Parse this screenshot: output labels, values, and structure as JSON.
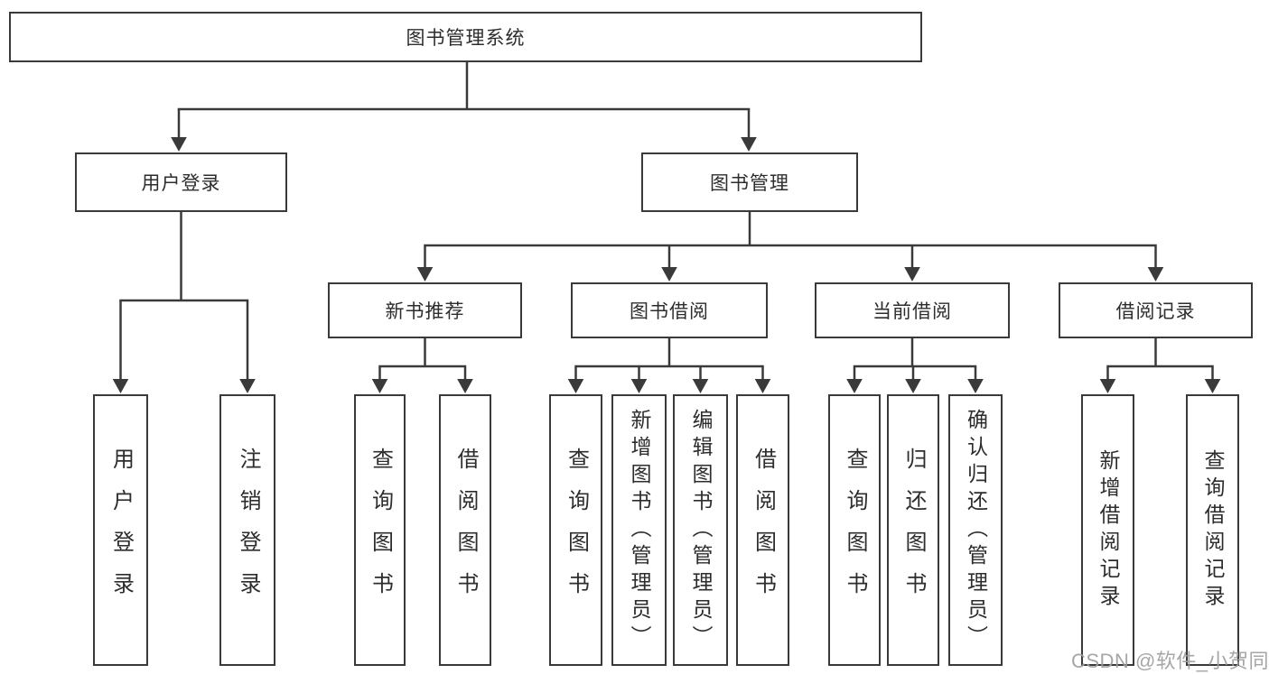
{
  "tree": {
    "title": "图书管理系统",
    "branches": [
      {
        "label": "用户登录",
        "children": [
          {
            "label": "用户登录"
          },
          {
            "label": "注销登录"
          }
        ]
      },
      {
        "label": "图书管理",
        "children": [
          {
            "label": "新书推荐",
            "children": [
              {
                "label": "查询图书"
              },
              {
                "label": "借阅图书"
              }
            ]
          },
          {
            "label": "图书借阅",
            "children": [
              {
                "label": "查询图书"
              },
              {
                "label": "新增图书（管理员）"
              },
              {
                "label": "编辑图书（管理员）"
              },
              {
                "label": "借阅图书"
              }
            ]
          },
          {
            "label": "当前借阅",
            "children": [
              {
                "label": "查询图书"
              },
              {
                "label": "归还图书"
              },
              {
                "label": "确认归还（管理员）"
              }
            ]
          },
          {
            "label": "借阅记录",
            "children": [
              {
                "label": "新增借阅记录"
              },
              {
                "label": "查询借阅记录"
              }
            ]
          }
        ]
      }
    ]
  },
  "watermark": "CSDN @软件_小贺同学",
  "colors": {
    "line": "#3a3a3a",
    "box_border": "#3a3a3a",
    "text": "#2d2d2d",
    "watermark": "#9e9e9e",
    "background": "#ffffff"
  }
}
